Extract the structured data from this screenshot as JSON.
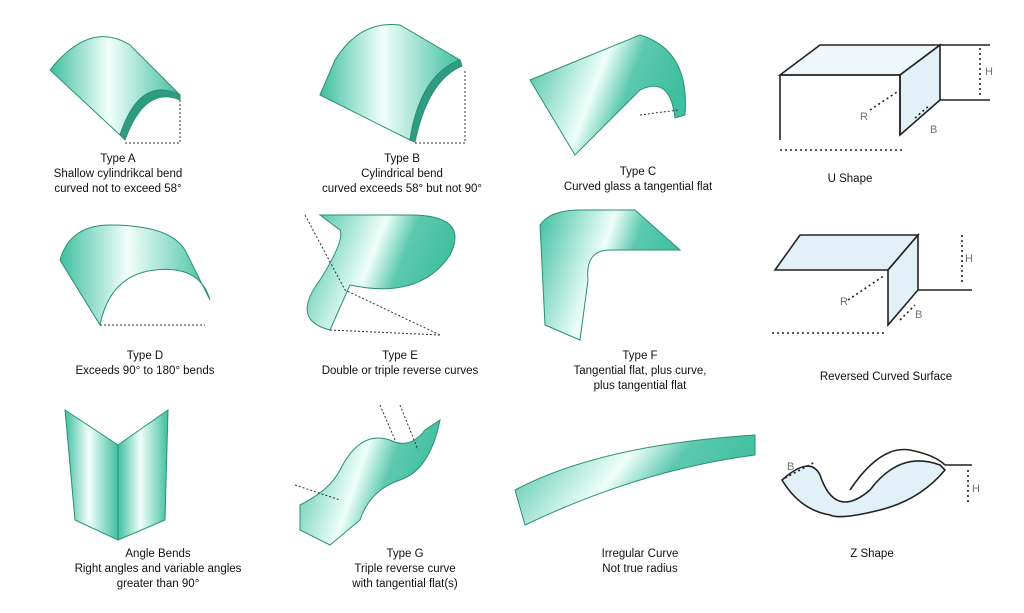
{
  "colors": {
    "glass": "#3fbf9f",
    "glass_light": "#e9fbf5",
    "blue": "#cfe6f2",
    "line": "#222222"
  },
  "items": [
    {
      "title": "Type A",
      "lines": [
        "Shallow cylindrikcal bend",
        "curved not to exceed 58°"
      ]
    },
    {
      "title": "Type B",
      "lines": [
        "Cylindrical bend",
        "curved exceeds 58° but not 90°"
      ]
    },
    {
      "title": "Type C",
      "lines": [
        "Curved glass a tangential flat"
      ]
    },
    {
      "title": "U Shape",
      "lines": []
    },
    {
      "title": "Type D",
      "lines": [
        "Exceeds 90° to 180° bends"
      ]
    },
    {
      "title": "Type E",
      "lines": [
        "Double or triple reverse curves"
      ]
    },
    {
      "title": "Type F",
      "lines": [
        "Tangential flat, plus curve,",
        "plus tangential flat"
      ]
    },
    {
      "title": "Reversed Curved Surface",
      "lines": []
    },
    {
      "title": "Angle Bends",
      "lines": [
        "Right angles and variable angles",
        "greater than 90°"
      ]
    },
    {
      "title": "Type G",
      "lines": [
        "Triple reverse curve",
        "with tangential flat(s)"
      ]
    },
    {
      "title": "Irregular Curve",
      "lines": [
        "Not true radius"
      ]
    },
    {
      "title": "Z Shape",
      "lines": []
    }
  ],
  "dimension_labels": {
    "height": "H",
    "radius": "R",
    "bend": "B"
  }
}
